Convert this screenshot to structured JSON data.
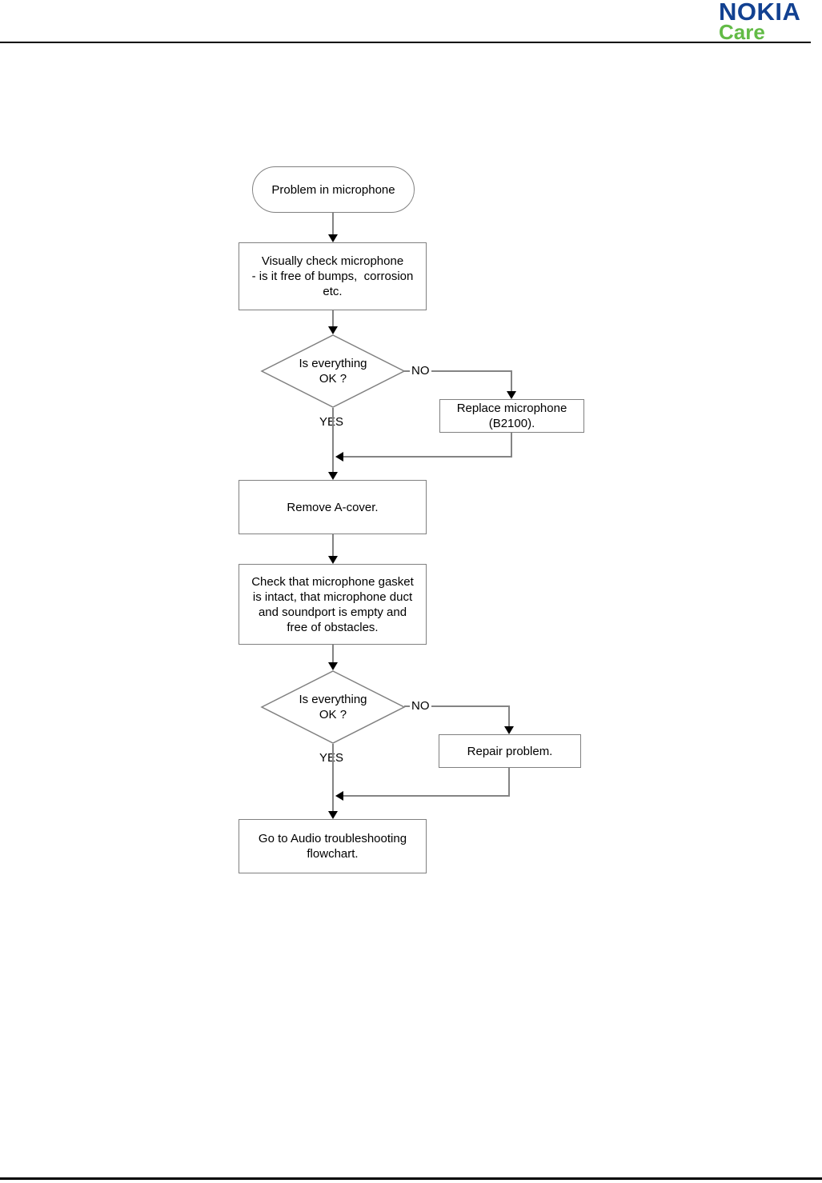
{
  "header": {
    "logo": {
      "brand": "NOKIA",
      "sub": "Care",
      "brand_color": "#124191",
      "sub_color": "#62bb46"
    }
  },
  "flowchart": {
    "nodes": {
      "start": {
        "type": "terminator",
        "label": "Problem in microphone"
      },
      "visual_check": {
        "type": "process",
        "label": "Visually check microphone\n- is it free of bumps,  corrosion\netc."
      },
      "decision1": {
        "type": "decision",
        "label": "Is everything\nOK ?"
      },
      "replace_mic": {
        "type": "process",
        "label": "Replace microphone\n(B2100)."
      },
      "remove_cover": {
        "type": "process",
        "label": "Remove A-cover."
      },
      "check_gasket": {
        "type": "process",
        "label": "Check that microphone gasket\nis intact, that microphone duct\nand soundport is empty and\nfree of obstacles."
      },
      "decision2": {
        "type": "decision",
        "label": "Is everything\nOK ?"
      },
      "repair_problem": {
        "type": "process",
        "label": "Repair problem."
      },
      "goto_audio": {
        "type": "process",
        "label": "Go to Audio troubleshooting\nflowchart."
      }
    },
    "connector_labels": {
      "no1": "NO",
      "yes1": "YES",
      "no2": "NO",
      "yes2": "YES"
    },
    "colors": {
      "line": "#848484",
      "box_border": "#808080",
      "arrowhead": "#000000",
      "text": "#000000"
    }
  }
}
